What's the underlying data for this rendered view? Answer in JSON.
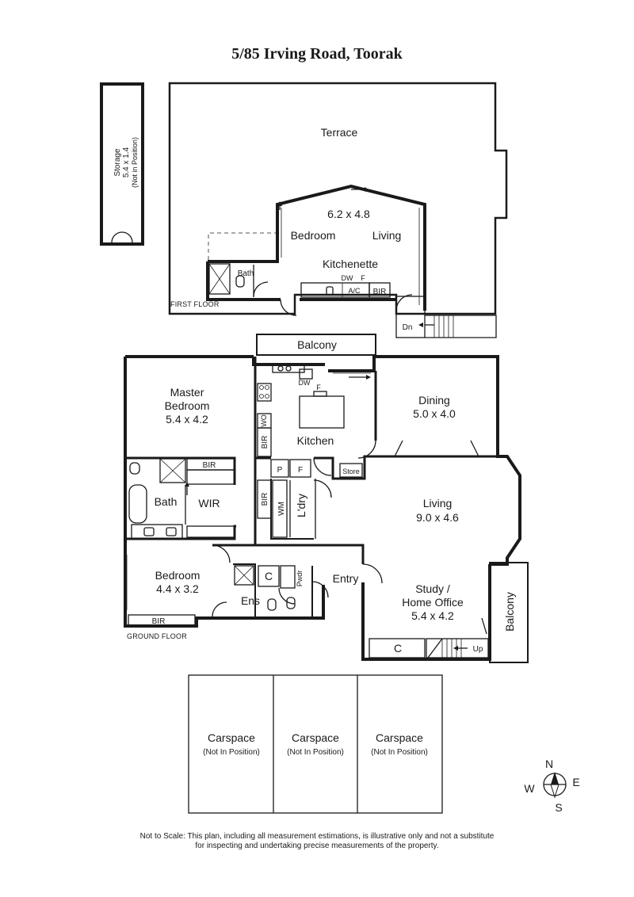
{
  "title": "5/85 Irving Road, Toorak",
  "floors": {
    "first": "FIRST FLOOR",
    "ground": "GROUND FLOOR"
  },
  "first_floor": {
    "storage": {
      "name": "Storage",
      "dims": "5.4 x 1.4",
      "note": "(Not in Position)"
    },
    "terrace": "Terrace",
    "main_dims": "6.2 x 4.8",
    "bedroom": "Bedroom",
    "living": "Living",
    "kitchenette": "Kitchenette",
    "bath": "Bath",
    "dw": "DW",
    "f": "F",
    "ac": "A/C",
    "bir": "BIR",
    "dn": "Dn"
  },
  "ground_floor": {
    "balcony_top": "Balcony",
    "master": {
      "name1": "Master",
      "name2": "Bedroom",
      "dims": "5.4 x 4.2"
    },
    "dining": {
      "name": "Dining",
      "dims": "5.0 x 4.0"
    },
    "kitchen": "Kitchen",
    "dw": "DW",
    "f": "F",
    "wo": "WO",
    "bir_kitchen": "BIR",
    "bir_master": "BIR",
    "bir_wir": "BIR",
    "bir_bedroom": "BIR",
    "p": "P",
    "f2": "F",
    "store": "Store",
    "bath": "Bath",
    "wir": "WIR",
    "wm": "WM",
    "laundry": "L'dry",
    "living": {
      "name": "Living",
      "dims": "9.0 x 4.6"
    },
    "bedroom": {
      "name": "Bedroom",
      "dims": "4.4 x 3.2"
    },
    "c1": "C",
    "pwdr": "Pwdr",
    "entry": "Entry",
    "ens": "Ens",
    "study": {
      "name1": "Study /",
      "name2": "Home Office",
      "dims": "5.4 x 4.2"
    },
    "c2": "C",
    "up": "Up",
    "balcony_side": "Balcony"
  },
  "carspaces": [
    {
      "name": "Carspace",
      "note": "(Not In Position)"
    },
    {
      "name": "Carspace",
      "note": "(Not In Position)"
    },
    {
      "name": "Carspace",
      "note": "(Not In Position)"
    }
  ],
  "compass": {
    "n": "N",
    "e": "E",
    "s": "S",
    "w": "W"
  },
  "disclaimer": {
    "line1": "Not to Scale: This plan, including all measurement estimations, is illustrative only and not a substitute",
    "line2": "for inspecting and undertaking precise measurements of the property."
  }
}
